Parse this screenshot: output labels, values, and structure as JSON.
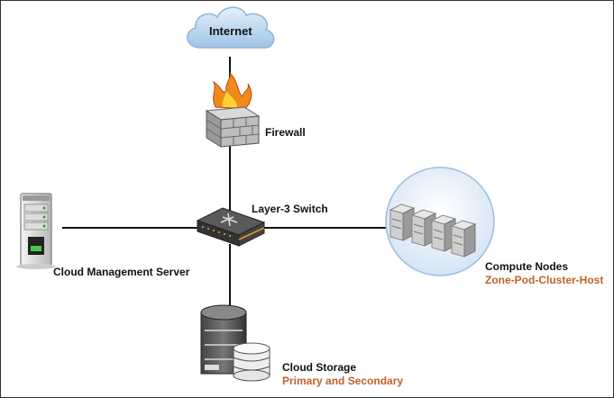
{
  "internet": {
    "label": "Internet"
  },
  "firewall": {
    "label": "Firewall"
  },
  "switch": {
    "label": "Layer-3 Switch"
  },
  "management_server": {
    "label": "Cloud Management Server"
  },
  "compute_nodes": {
    "label": "Compute Nodes",
    "sublabel": "Zone-Pod-Cluster-Host"
  },
  "storage": {
    "label": "Cloud Storage",
    "sublabel": "Primary and Secondary"
  },
  "colors": {
    "accent_orange": "#c0602a",
    "line": "#111111",
    "cloud": "#b9d6ef",
    "compute_circle": "#dbe8f6"
  }
}
